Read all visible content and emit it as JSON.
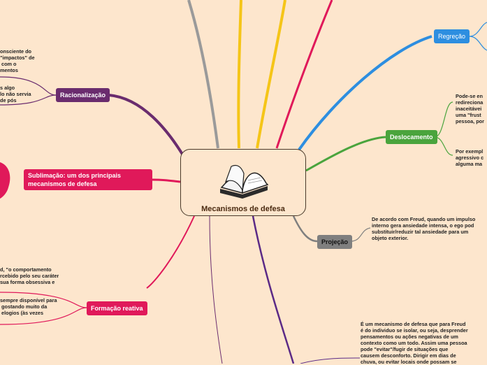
{
  "colors": {
    "background": "#fde6cd",
    "regressao": "#2d8ee0",
    "deslocamento": "#4aa43d",
    "projecao": "#7f7f7f",
    "racionalizacao": "#6a2c6e",
    "sublimacao": "#e0195a",
    "formacao_reativa": "#e0195a",
    "yellow": "#f5c518",
    "purple": "#5b2a86"
  },
  "center": {
    "title": "Mecanismos de defesa",
    "icon": "open-book-icon"
  },
  "nodes": {
    "regressao": "Regreção",
    "deslocamento": "Deslocamento",
    "projecao": "Projeção",
    "racionalizacao": "Racionalização",
    "sublimacao_l1": "Sublimação: um dos principais",
    "sublimacao_l2": "mecanismos de defesa",
    "formacao_reativa": "Formação reativa"
  },
  "notes": {
    "racionalizacao_a": "onsciente do\n\"impactos\" de\n com o\nmentos",
    "racionalizacao_b": "s algo\nlo não servia\nde pós",
    "deslocamento_a": "Pode-se en\nredireciona\ninaceitávei\numa \"frust\npessoa, por",
    "deslocamento_b": "Por exempl\nagressivo c\nalguma ma",
    "projecao": "De acordo com Freud, quando um impulso\ninterno gera ansiedade intensa, o ego pod\nsubstituir/reduzir tal ansiedade para um\nobjeto exterior.",
    "formacao_a": "d, \"o comportamento\nrcebido pelo seu caráter\nsua forma obsessiva e",
    "formacao_b": "sempre disponível para\n gostando muito da\n elogios (às vezes",
    "isolamento": "É um mecanismo de defesa que para Freud\né do individuo se isolar, ou seja, desprender\npensamentos ou ações negativas de um\ncontexto como um todo. Assim uma pessoa\npode \"evitar\"/fugir de situações que\ncausem desconforto. Dirigir em dias de\nchuva, ou evitar locais onde possam se"
  }
}
